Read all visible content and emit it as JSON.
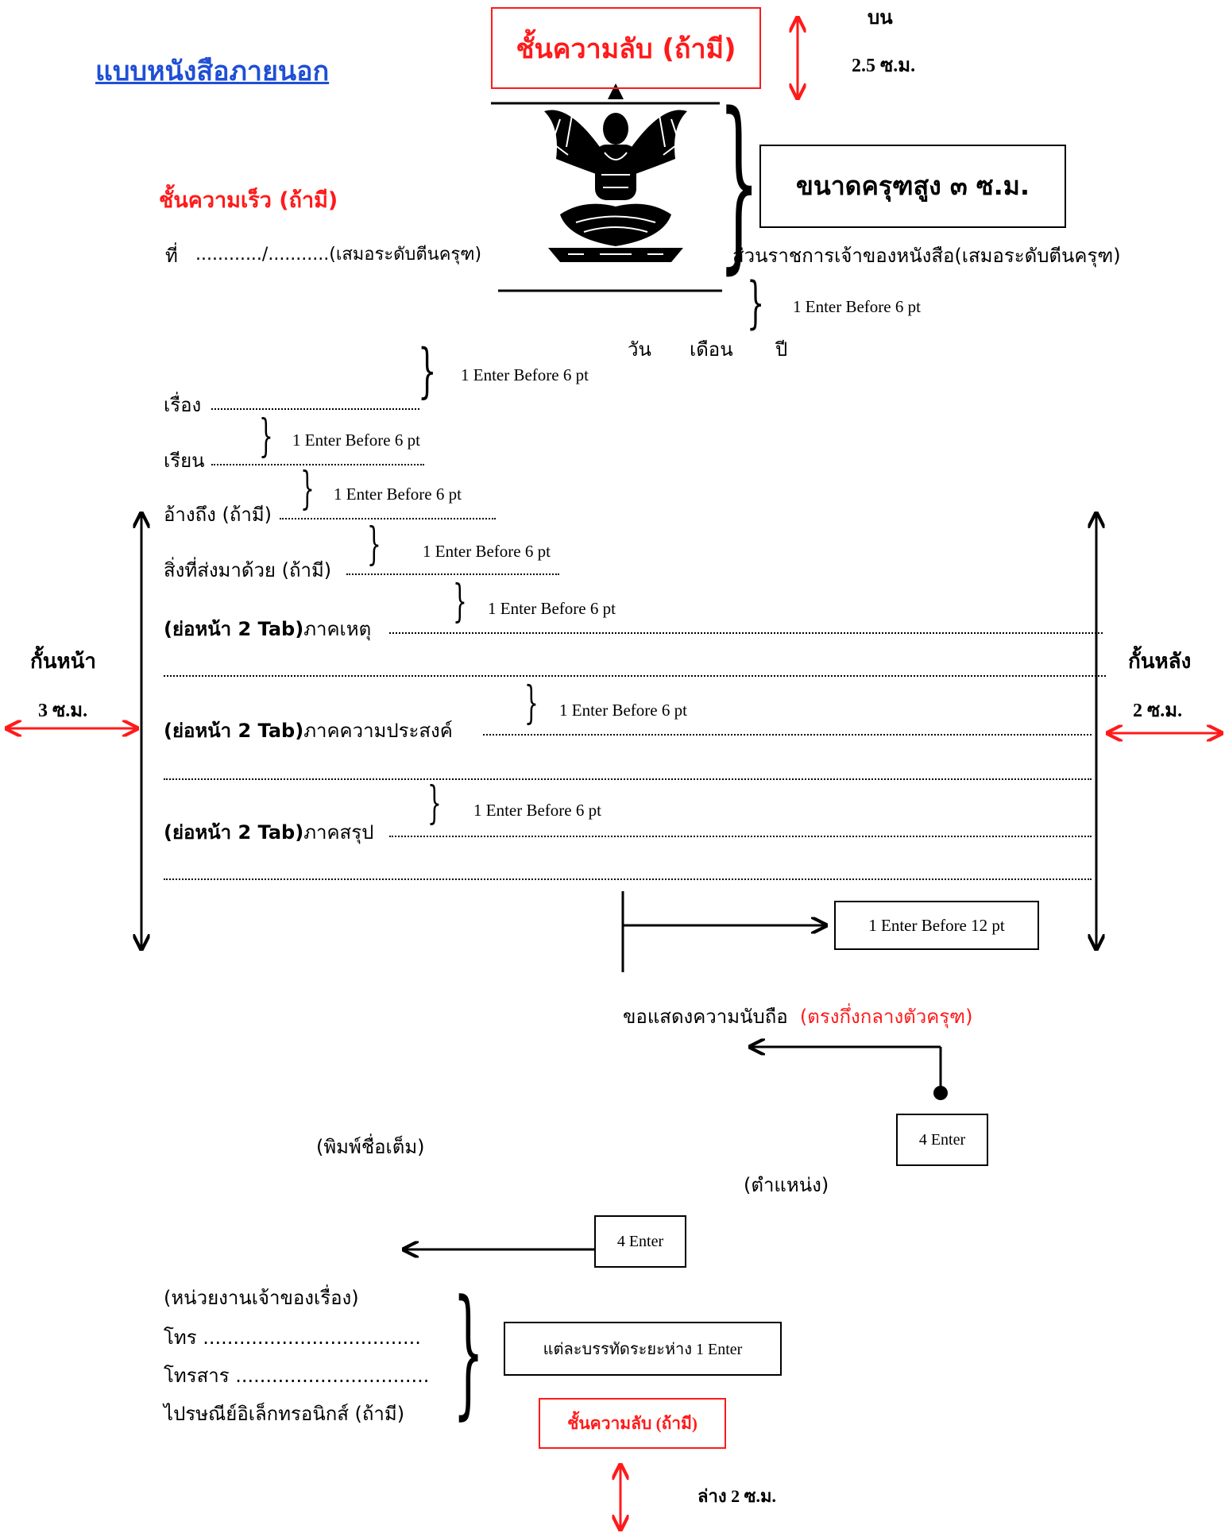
{
  "page": {
    "title": "แบบหนังสือภายนอก",
    "secret_top": "ชั้นความลับ (ถ้ามี)",
    "top_margin_label": "บน",
    "top_margin_value": "2.5 ซ.ม.",
    "urgency": "ชั้นความเร็ว (ถ้ามี)",
    "garuda_size": "ขนาดครุฑสูง ๓ ซ.ม."
  },
  "header": {
    "ref_label": "ที่",
    "ref_value": "............/...........(เสมอระดับตีนครุฑ)",
    "agency": "ส่วนราชการเจ้าของหนังสือ(เสมอระดับตีนครุฑ)",
    "date_day": "วัน",
    "date_month": "เดือน",
    "date_year": "ปี"
  },
  "spacing": {
    "enter_6pt": "1 Enter Before 6 pt",
    "enter_12pt": "1 Enter Before 12 pt",
    "four_enter": "4 Enter",
    "line_spacing": "แต่ละบรรทัดระยะห่าง 1 Enter"
  },
  "fields": {
    "subject": "เรื่อง",
    "to": "เรียน",
    "reference": "อ้างถึง (ถ้ามี)",
    "attachment": "สิ่งที่ส่งมาด้วย (ถ้ามี)"
  },
  "body": {
    "indent": "(ย่อหน้า 2 Tab)",
    "cause": "ภาคเหตุ",
    "purpose": "ภาคความประสงค์",
    "conclusion": "ภาคสรุป"
  },
  "margins": {
    "left_label": "กั้นหน้า",
    "left_value": "3 ซ.ม.",
    "right_label": "กั้นหลัง",
    "right_value": "2 ซ.ม."
  },
  "closing": {
    "salutation": "ขอแสดงความนับถือ",
    "salutation_note": "(ตรงกึ่งกลางตัวครุฑ)",
    "full_name": "(พิมพ์ชื่อเต็ม)",
    "position": "(ตำแหน่ง)"
  },
  "footer": {
    "department": "(หน่วยงานเจ้าของเรื่อง)",
    "phone": "โทร ....................................",
    "fax": "โทรสาร ................................",
    "email": "ไปรษณีย์อิเล็กทรอนิกส์ (ถ้ามี)",
    "secret_bottom": "ชั้นความลับ (ถ้ามี)",
    "bottom_margin": "ล่าง 2 ซ.ม."
  },
  "colors": {
    "accent_red": "#ff1a1a",
    "title_blue": "#1f4fd6"
  }
}
